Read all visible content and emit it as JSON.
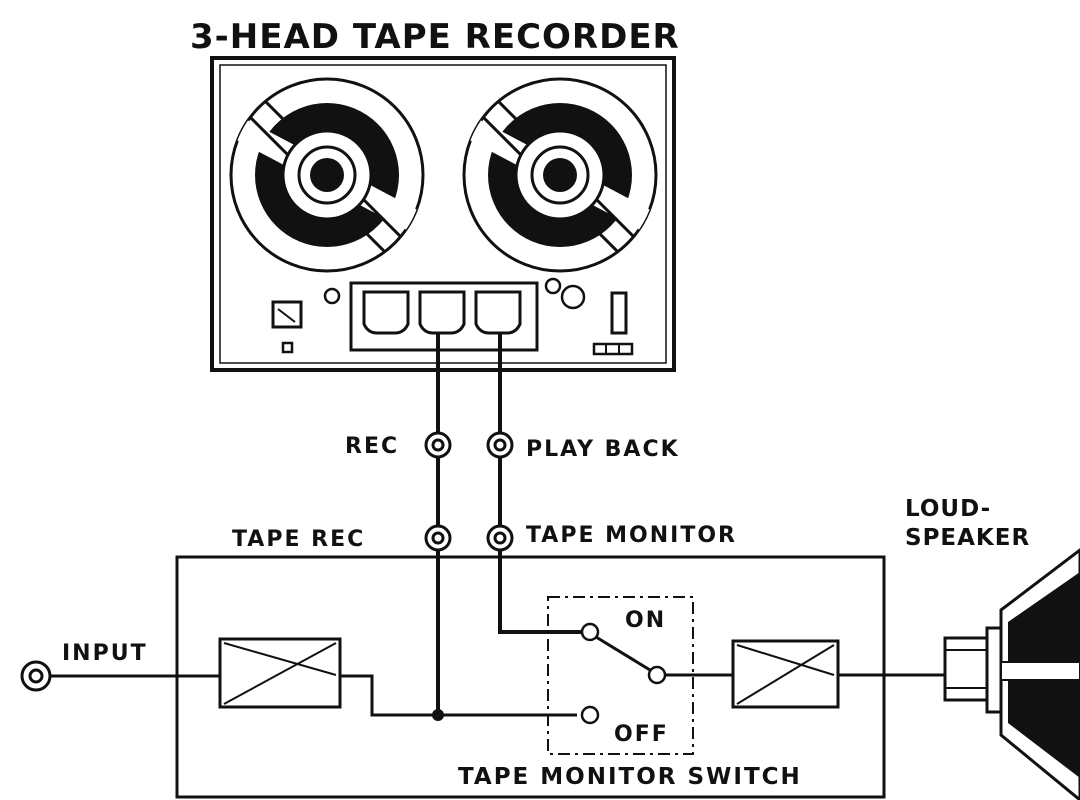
{
  "title": "3-HEAD TAPE RECORDER",
  "jacks": {
    "rec": "REC",
    "play_back": "PLAY BACK",
    "tape_rec": "TAPE REC",
    "tape_monitor": "TAPE MONITOR",
    "input": "INPUT"
  },
  "switch": {
    "on": "ON",
    "off": "OFF",
    "label": "TAPE MONITOR SWITCH"
  },
  "speaker": {
    "line1": "LOUD-",
    "line2": "SPEAKER"
  }
}
